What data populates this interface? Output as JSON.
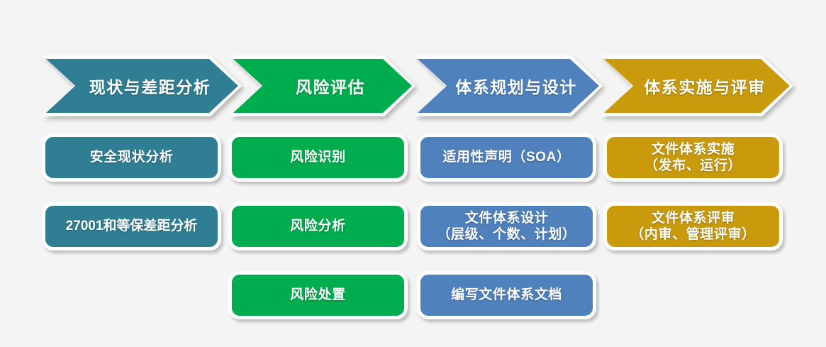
{
  "background_color": "#f4f4f4",
  "diagram": {
    "type": "process-flow",
    "title_row_count": 4,
    "colors": {
      "teal": "#2f7e94",
      "green": "#00ad4e",
      "blue": "#4f81bd",
      "gold": "#c89a0c",
      "border": "#ffffff",
      "text": "#ffffff"
    },
    "phases": [
      {
        "id": "phase-1",
        "header": "现状与差距分析",
        "color_key": "teal",
        "color": "#2f7e94",
        "items": [
          "安全现状分析",
          "27001和等保差距分析"
        ]
      },
      {
        "id": "phase-2",
        "header": "风险评估",
        "color_key": "green",
        "color": "#00ad4e",
        "items": [
          "风险识别",
          "风险分析",
          "风险处置"
        ]
      },
      {
        "id": "phase-3",
        "header": "体系规划与设计",
        "color_key": "blue",
        "color": "#4f81bd",
        "items": [
          "适用性声明（SOA）",
          "文件体系设计\n（层级、个数、计划）",
          "编写文件体系文档"
        ]
      },
      {
        "id": "phase-4",
        "header": "体系实施与评审",
        "color_key": "gold",
        "color": "#c89a0c",
        "items": [
          "文件体系实施\n（发布、运行）",
          "文件体系评审\n（内审、管理评审）"
        ]
      }
    ]
  }
}
